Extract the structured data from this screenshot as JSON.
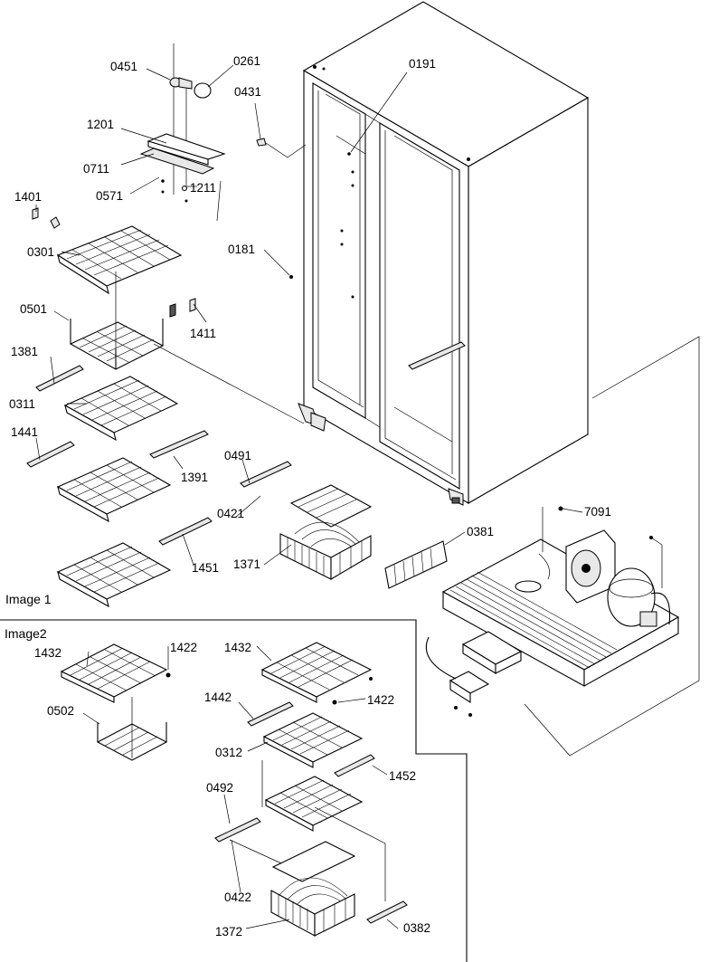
{
  "sections": {
    "image1": "Image 1",
    "image2": "Image2"
  },
  "parts": {
    "p0451": "0451",
    "p0261": "0261",
    "p0431": "0431",
    "p0191": "0191",
    "p1201": "1201",
    "p0711": "0711",
    "p0571": "0571",
    "p1211": "1211",
    "p1401": "1401",
    "p0301": "0301",
    "p0181": "0181",
    "p1411": "1411",
    "p0501": "0501",
    "p1381": "1381",
    "p0311": "0311",
    "p1391": "1391",
    "p1441": "1441",
    "p0491": "0491",
    "p0421": "0421",
    "p1451": "1451",
    "p1371": "1371",
    "p0381": "0381",
    "p7091": "7091",
    "p1432a": "1432",
    "p1422a": "1422",
    "p0502": "0502",
    "p1432b": "1432",
    "p1422b": "1422",
    "p1442": "1442",
    "p0312": "0312",
    "p1452": "1452",
    "p0492": "0492",
    "p0422": "0422",
    "p1372": "1372",
    "p0382": "0382"
  }
}
